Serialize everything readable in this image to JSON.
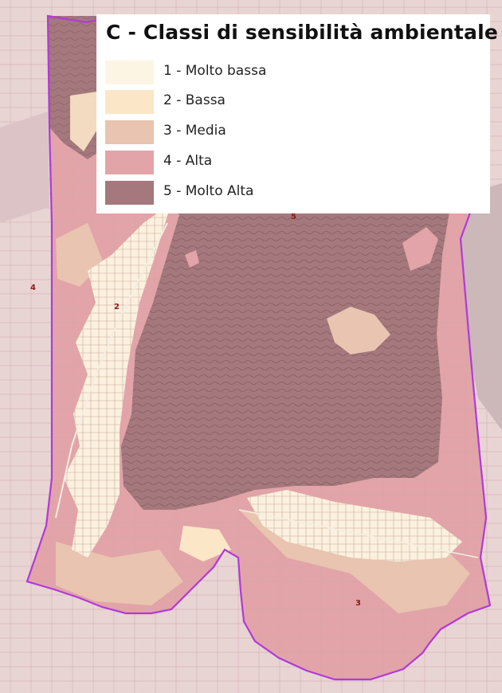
{
  "legend": {
    "title": "C - Classi di sensibilità ambientale",
    "classes": [
      {
        "label": "1 - Molto bassa",
        "color": "#fdf5e4"
      },
      {
        "label": "2 - Bassa",
        "color": "#fbe6c8"
      },
      {
        "label": "3 - Media",
        "color": "#e9c4b0"
      },
      {
        "label": "4 - Alta",
        "color": "#e2a4a8"
      },
      {
        "label": "5 - Molto Alta",
        "color": "#a4787c"
      }
    ]
  },
  "map": {
    "zone_labels": [
      "4",
      "2",
      "5",
      "3"
    ],
    "boundary_color": "#b03ad8",
    "outside_color": "#e9d4d4"
  }
}
